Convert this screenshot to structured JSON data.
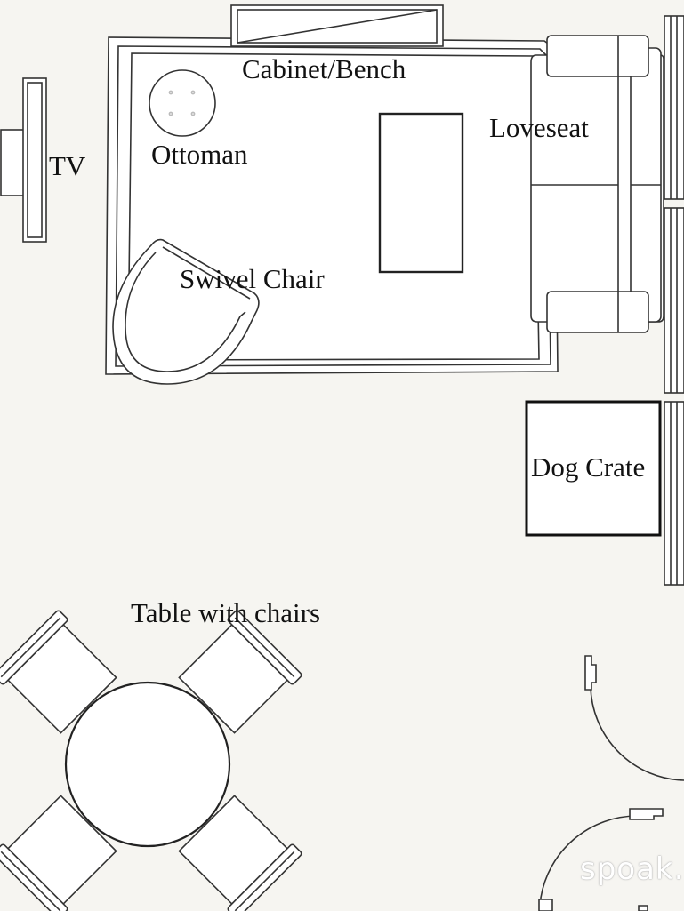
{
  "labels": {
    "cabinet": "Cabinet/Bench",
    "ottoman": "Ottoman",
    "tv": "TV",
    "loveseat": "Loveseat",
    "swivel_chair": "Swivel Chair",
    "dog_crate": "Dog Crate",
    "table": "Table with chairs"
  },
  "watermark": "spoak."
}
